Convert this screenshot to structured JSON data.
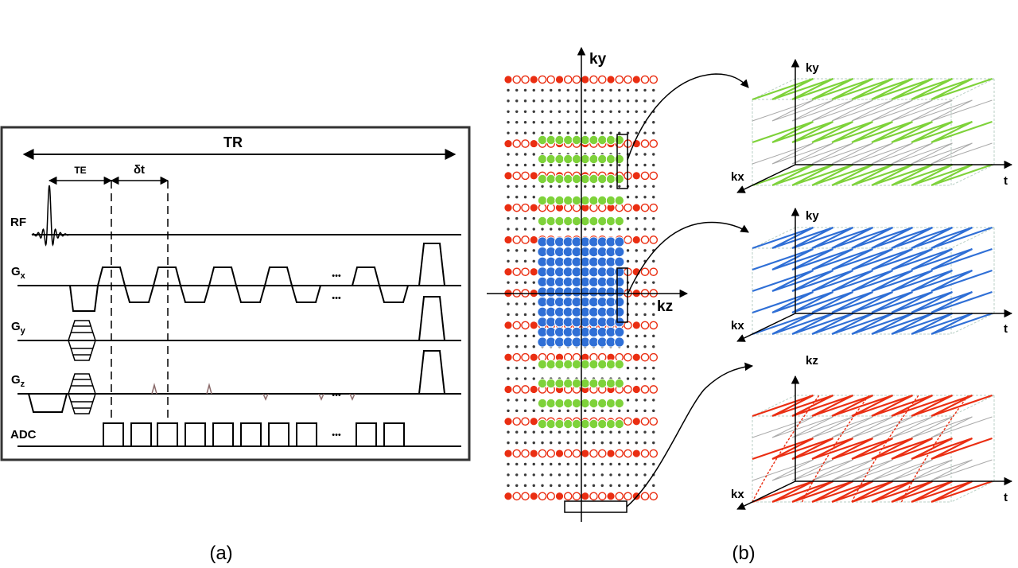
{
  "panel_a": {
    "caption": "(a)",
    "tr_label": "TR",
    "te_label": "TE",
    "dt_label": "δt",
    "channels": {
      "rf": "RF",
      "gx_main": "G",
      "gx_sub": "x",
      "gy_main": "G",
      "gy_sub": "y",
      "gz_main": "G",
      "gz_sub": "z",
      "adc": "ADC"
    },
    "ellipsis": "•••"
  },
  "panel_b": {
    "caption": "(b)",
    "axis_ky": "ky",
    "axis_kz": "kz",
    "colors": {
      "red": "#ea2e12",
      "green": "#7ed23a",
      "blue": "#2f6fd6",
      "gray": "#aaaaaa",
      "dot": "#3a3a3a"
    },
    "insets": [
      {
        "vertical_axis": "ky",
        "depth_axis": "kx",
        "time_axis": "t",
        "color": "#7ed23a"
      },
      {
        "vertical_axis": "ky",
        "depth_axis": "kx",
        "time_axis": "t",
        "color": "#2f6fd6"
      },
      {
        "vertical_axis": "kz",
        "depth_axis": "kx",
        "time_axis": "t",
        "color": "#ea2e12"
      }
    ]
  }
}
